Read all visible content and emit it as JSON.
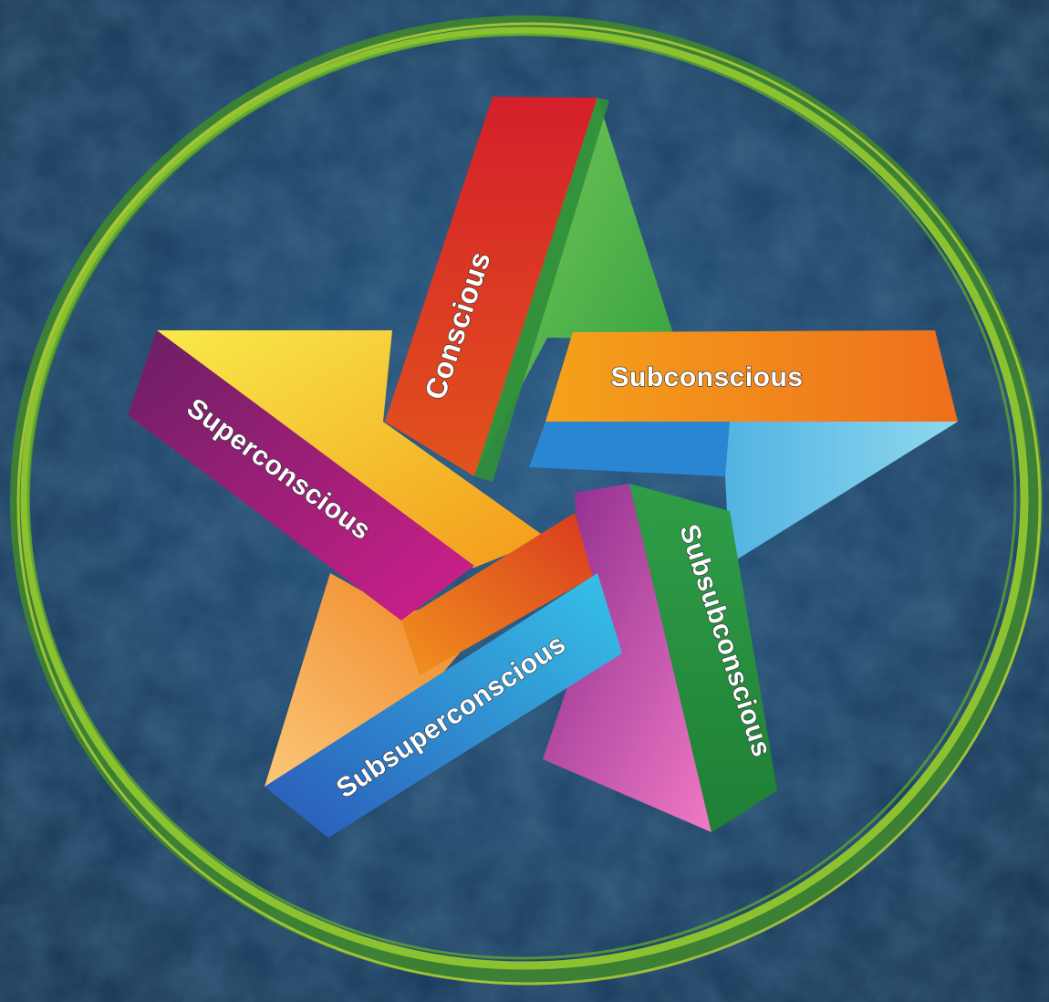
{
  "diagram": {
    "labels": {
      "conscious": "Conscious",
      "subconscious": "Subconscious",
      "superconscious": "Superconscious",
      "subsubconscious": "Subsubconscious",
      "subsuperconscious": "Subsuperconscious"
    },
    "colors": {
      "background": "#1d4367",
      "ring": "#7fb528",
      "red": "#d8262b",
      "green": "#3fae49",
      "orange": "#f28a1a",
      "yellow": "#f7d21f",
      "cyan": "#38b8de",
      "blue": "#2a6fc4",
      "magenta": "#c8208a",
      "purple": "#7a1f6e",
      "pink": "#e94fa7"
    }
  }
}
